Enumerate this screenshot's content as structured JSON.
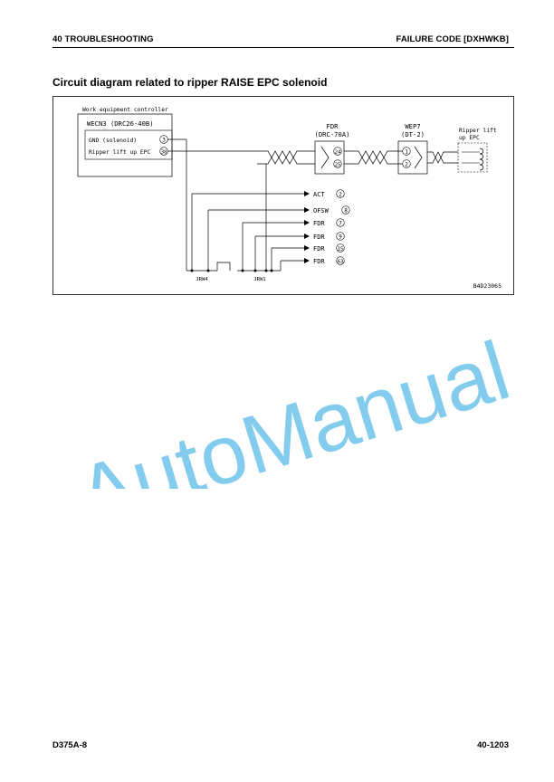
{
  "header": {
    "section": "40 TROUBLESHOOTING",
    "failure_code": "FAILURE CODE [DXHWKB]"
  },
  "title": "Circuit diagram related to ripper RAISE EPC solenoid",
  "diagram": {
    "controller_label": "Work equipment controller",
    "controller_connector": "WECN3 (DRC26-40B)",
    "controller_pins": [
      {
        "name": "GND (solenoid)",
        "pin": "3"
      },
      {
        "name": "Ripper lift up EPC",
        "pin": "38"
      }
    ],
    "fdr_name": "FDR",
    "fdr_type": "(DRC-70A)",
    "fdr_pins": [
      "24",
      "25"
    ],
    "wep_name": "WEP7",
    "wep_type": "(DT-2)",
    "wep_pins": [
      "1",
      "2"
    ],
    "solenoid_label_1": "Ripper lift",
    "solenoid_label_2": "up EPC",
    "ground_destinations": [
      {
        "name": "ACT",
        "pin": "2"
      },
      {
        "name": "OFSW",
        "pin": "8"
      },
      {
        "name": "FDR",
        "pin": "7"
      },
      {
        "name": "FDR",
        "pin": "9"
      },
      {
        "name": "FDR",
        "pin": "15"
      },
      {
        "name": "FDR",
        "pin": "63"
      }
    ],
    "joint_left": "JRW4",
    "joint_right": "JRW1",
    "figure_id": "B4D23065"
  },
  "watermark": "AutoManual",
  "colors": {
    "watermark": "#6ec3ea"
  },
  "footer": {
    "model": "D375A-8",
    "page": "40-1203"
  }
}
